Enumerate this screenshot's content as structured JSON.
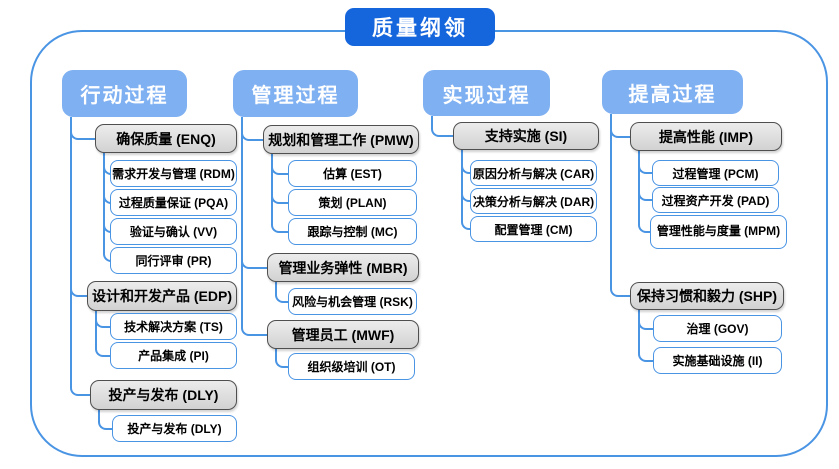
{
  "title": "质量纲领",
  "columns": [
    {
      "header": "行动过程",
      "groups": [
        {
          "title": "确保质量 (ENQ)",
          "children": [
            "需求开发与管理 (RDM)",
            "过程质量保证 (PQA)",
            "验证与确认 (VV)",
            "同行评审 (PR)"
          ]
        },
        {
          "title": "设计和开发产品 (EDP)",
          "children": [
            "技术解决方案 (TS)",
            "产品集成 (PI)"
          ]
        },
        {
          "title": "投产与发布 (DLY)",
          "children": [
            "投产与发布 (DLY)"
          ]
        }
      ]
    },
    {
      "header": "管理过程",
      "groups": [
        {
          "title": "规划和管理工作 (PMW)",
          "children": [
            "估算 (EST)",
            "策划 (PLAN)",
            "跟踪与控制 (MC)"
          ]
        },
        {
          "title": "管理业务弹性 (MBR)",
          "children": [
            "风险与机会管理 (RSK)"
          ]
        },
        {
          "title": "管理员工 (MWF)",
          "children": [
            "组织级培训 (OT)"
          ]
        }
      ]
    },
    {
      "header": "实现过程",
      "groups": [
        {
          "title": "支持实施 (SI)",
          "children": [
            "原因分析与解决 (CAR)",
            "决策分析与解决 (DAR)",
            "配置管理 (CM)"
          ]
        }
      ]
    },
    {
      "header": "提高过程",
      "groups": [
        {
          "title": "提高性能 (IMP)",
          "children": [
            "过程管理 (PCM)",
            "过程资产开发 (PAD)",
            "管理性能与度量 (MPM)"
          ]
        },
        {
          "title": "保持习惯和毅力 (SHP)",
          "children": [
            "治理 (GOV)",
            "实施基础设施 (II)"
          ]
        }
      ]
    }
  ],
  "colors": {
    "title_bg": "#1565DD",
    "header_bg": "#7FB0F2",
    "line": "#4A94E4",
    "gray_fill": "#DCDCDC",
    "gray_border": "#4F4F4F"
  }
}
